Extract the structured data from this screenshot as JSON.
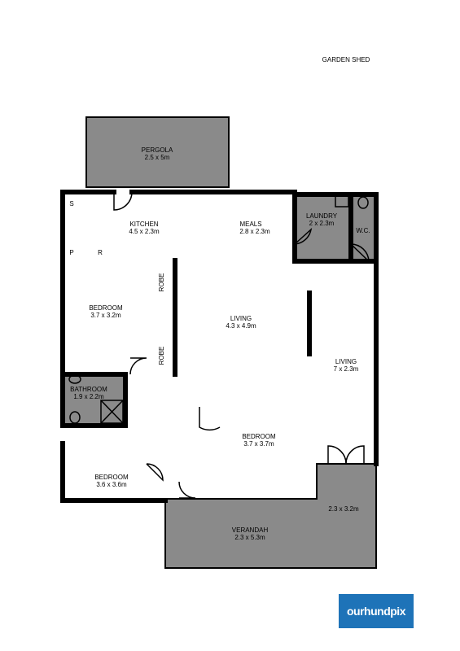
{
  "rooms": {
    "garden_shed": "GARDEN SHED",
    "pergola": "PERGOLA",
    "pergola_dim": "2.5 x 5m",
    "kitchen": "KITCHEN",
    "kitchen_dim": "4.5 x 2.3m",
    "meals": "MEALS",
    "meals_dim": "2.8 x 2.3m",
    "laundry": "LAUNDRY",
    "laundry_dim": "2 x 2.3m",
    "wc": "W.C.",
    "bedroom1": "BEDROOM",
    "bedroom1_dim": "3.7 x 3.2m",
    "living": "LIVING",
    "living_dim": "4.3 x 4.9m",
    "living2": "LIVING",
    "living2_dim": "7 x 2.3m",
    "bathroom": "BATHROOM",
    "bathroom_dim": "1.9 x 2.2m",
    "bedroom2": "BEDROOM",
    "bedroom2_dim": "3.7 x 3.7m",
    "bedroom3": "BEDROOM",
    "bedroom3_dim": "3.6 x 3.6m",
    "verandah": "VERANDAH",
    "verandah_dim": "2.3 x 5.3m",
    "verandah_ext_dim": "2.3 x 3.2m",
    "robe1": "ROBE",
    "robe2": "ROBE"
  },
  "fixtures": {
    "s": "S",
    "p": "P",
    "r": "R"
  },
  "logo": {
    "text": "ourhundpix"
  },
  "colors": {
    "walls": "#000000",
    "outdoor_fill": "#8a8a8a",
    "logo_bg": "#1e73b8"
  }
}
